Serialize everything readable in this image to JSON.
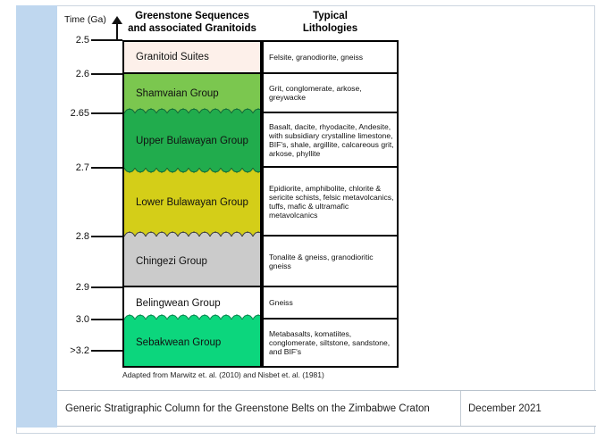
{
  "colors": {
    "accent_bar": "#bfd7ef"
  },
  "figure": {
    "axis_label": "Time (Ga)",
    "ticks": [
      "2.5",
      "2.6",
      "2.65",
      "2.7",
      "2.8",
      "2.9",
      "3.0",
      ">3.2"
    ],
    "col1_header_line1": "Greenstone Sequences",
    "col1_header_line2": "and associated Granitoids",
    "col2_header_line1": "Typical",
    "col2_header_line2": "Lithologies",
    "groups": [
      {
        "name": "Granitoid Suites",
        "color": "#fdf0ea",
        "top_age": "2.5",
        "base_age": "2.6",
        "contact_at_base": "straight",
        "lithology": "Felsite, granodiorite, gneiss"
      },
      {
        "name": "Shamvaian Group",
        "color": "#7bc74f",
        "top_age": "2.6",
        "base_age": "2.65",
        "contact_at_base": "wavy",
        "lithology": "Grit, conglomerate, arkose, greywacke"
      },
      {
        "name": "Upper Bulawayan Group",
        "color": "#21ac4d",
        "top_age": "2.65",
        "base_age": "2.7",
        "contact_at_base": "wavy",
        "lithology": "Basalt, dacite, rhyodacite, Andesite, with subsidiary crystalline limestone, BIF's, shale, argillite, calcareous grit, arkose, phyllite"
      },
      {
        "name": "Lower Bulawayan Group",
        "color": "#d4ce18",
        "top_age": "2.7",
        "base_age": "2.8",
        "contact_at_base": "wavy",
        "lithology": "Epidiorite, amphibolite, chlorite & sericite schists, felsic metavolcanics, tuffs, mafic & ultramafic metavolcanics"
      },
      {
        "name": "Chingezi Group",
        "color": "#cbcbcb",
        "top_age": "2.8",
        "base_age": "2.9",
        "contact_at_base": "straight",
        "lithology": "Tonalite & gneiss, granodioritic gneiss"
      },
      {
        "name": "Belingwean Group",
        "color": "#ffffff",
        "top_age": "2.9",
        "base_age": "3.0",
        "contact_at_base": "wavy",
        "lithology": "Gneiss"
      },
      {
        "name": "Sebakwean Group",
        "color": "#0cd67d",
        "top_age": "3.0",
        "base_age": ">3.2",
        "contact_at_base": "none",
        "lithology": "Metabasalts, komatiites, conglomerate, siltstone, sandstone, and BIF's"
      }
    ],
    "caption": "Adapted from Marwitz et. al. (2010) and Nisbet et. al. (1981)"
  },
  "footer": {
    "title": "Generic Stratigraphic Column for the Greenstone Belts on the Zimbabwe Craton",
    "date": "December 2021"
  }
}
